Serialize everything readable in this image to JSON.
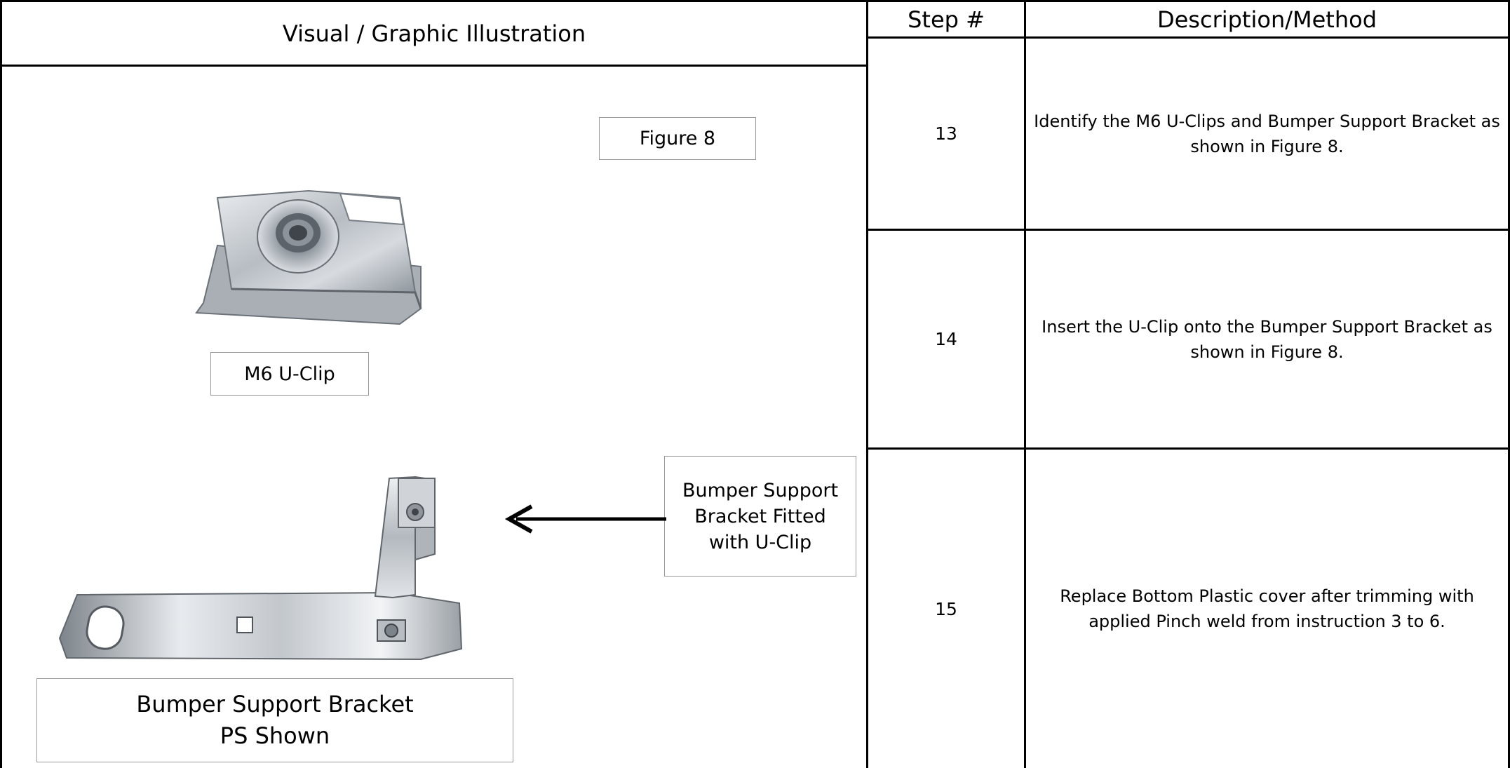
{
  "table": {
    "header": {
      "visual": "Visual / Graphic Illustration",
      "step": "Step #",
      "description": "Description/Method"
    },
    "rows": [
      {
        "step": "13",
        "description": "Identify the M6 U-Clips and Bumper Support Bracket as shown in Figure 8."
      },
      {
        "step": "14",
        "description": "Insert the U-Clip onto the Bumper Support Bracket as shown in Figure 8."
      },
      {
        "step": "15",
        "description": "Replace Bottom Plastic cover after trimming with applied  Pinch weld from instruction 3 to 6."
      }
    ]
  },
  "illustration": {
    "figure_label": "Figure 8",
    "uclip_label": "M6 U-Clip",
    "fitted_label_lines": [
      "Bumper Support",
      "Bracket Fitted",
      "with U-Clip"
    ],
    "bracket_label_lines": [
      "Bumper Support Bracket",
      "PS Shown"
    ]
  },
  "icons": {
    "uclip": "u-clip-photo-icon",
    "bracket": "bumper-bracket-photo-icon",
    "arrow": "arrow-left-icon"
  },
  "colors": {
    "border": "#000000",
    "label_border": "#9a9a9a",
    "metal": "#c8ccd0"
  }
}
